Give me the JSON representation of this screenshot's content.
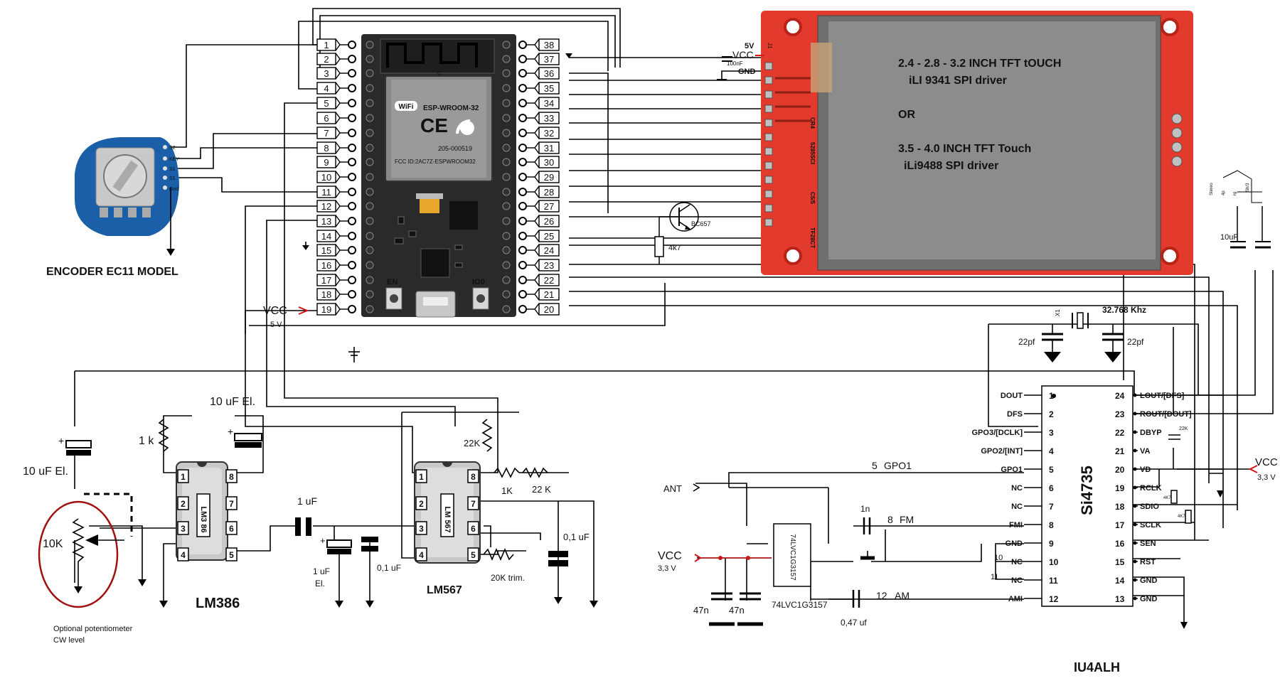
{
  "esp32": {
    "module_label": "ESP-WROOM-32",
    "cert_text": "205-000519",
    "fcc_text": "FCC ID:2AC7Z-ESPWROOM32",
    "wifi_badge": "WiFi",
    "ce_mark": "CE",
    "en_label": "EN",
    "io0_label": "IO0",
    "c_mark": "C",
    "left_pins": [
      "1",
      "2",
      "3",
      "4",
      "5",
      "6",
      "7",
      "8",
      "9",
      "10",
      "11",
      "12",
      "13",
      "14",
      "15",
      "16",
      "17",
      "18",
      "19"
    ],
    "right_pins": [
      "38",
      "37",
      "36",
      "35",
      "34",
      "33",
      "32",
      "31",
      "30",
      "29",
      "28",
      "27",
      "26",
      "25",
      "24",
      "23",
      "22",
      "21",
      "20"
    ]
  },
  "power": {
    "vcc": "VCC",
    "v5": "5 V",
    "v33": "3,3 V",
    "v5_tft": "5V",
    "gnd": "GND",
    "cap_100n": "100nF"
  },
  "encoder": {
    "title": "ENCODER   EC11  MODEL",
    "pins": [
      "S2",
      "KEY",
      "S1",
      "S1",
      "Gnd"
    ]
  },
  "tft": {
    "line1": "2.4  - 2.8 - 3.2  INCH  TFT tOUCH",
    "line2": "iLI 9341 SPI driver",
    "or": "OR",
    "line3": "3.5 - 4.0 INCH TFT Touch",
    "line4": "iLi9488 SPI  driver",
    "pcb_labels": [
      "CR4",
      "5285SCI",
      "C5/5",
      "TF28CT"
    ],
    "j_label": "J1",
    "jack_labels": [
      "Stereo",
      "4p",
      "rg",
      "Sh/3"
    ]
  },
  "transistor": {
    "name": "BC657",
    "res": "4k7"
  },
  "audio": {
    "lm386_title": "LM386",
    "lm386_chip": "LM3 86",
    "lm567_title": "LM567",
    "lm567_chip": "LM 567",
    "c10u_a": "10 uF El.",
    "c10u_b": "10 uF El.",
    "r1k": "1 k",
    "pot": "10K",
    "pot_note1": "Optional potentiometer",
    "pot_note2": "CW level",
    "c1u": "1 uF",
    "c1u_el1": "1 uF",
    "c1u_el2": "El.",
    "c01u_a": "0,1 uF",
    "c01u_b": "0,1 uF",
    "r22k_a": "22K",
    "r1k_b": "1K",
    "r22k_b": "22 K",
    "trim": "20K trim.",
    "lm386_pins_left": [
      "1",
      "2",
      "3",
      "4"
    ],
    "lm386_pins_right": [
      "8",
      "7",
      "6",
      "5"
    ],
    "lm567_pins_left": [
      "1",
      "2",
      "3",
      "4"
    ],
    "lm567_pins_right": [
      "8",
      "7",
      "6",
      "5"
    ]
  },
  "radio": {
    "chip": "Si4735",
    "crystal": "32.768 Khz",
    "xtal_label": "X1",
    "cap_22pf_a": "22pf",
    "cap_22pf_b": "22pf",
    "left_pins": [
      {
        "num": "1",
        "name": "DOUT"
      },
      {
        "num": "2",
        "name": "DFS"
      },
      {
        "num": "3",
        "name": "GPO3/[DCLK]"
      },
      {
        "num": "4",
        "name": "GPO2/[INT]"
      },
      {
        "num": "5",
        "name": "GPO1"
      },
      {
        "num": "6",
        "name": "NC"
      },
      {
        "num": "7",
        "name": "NC"
      },
      {
        "num": "8",
        "name": "FMI"
      },
      {
        "num": "9",
        "name": "GND"
      },
      {
        "num": "10",
        "name": "NC"
      },
      {
        "num": "11",
        "name": "NC"
      },
      {
        "num": "12",
        "name": "AMI"
      }
    ],
    "right_pins": [
      {
        "num": "24",
        "name": "LOUT/[DFS]"
      },
      {
        "num": "23",
        "name": "ROUT/[DOUT]"
      },
      {
        "num": "22",
        "name": "DBYP"
      },
      {
        "num": "21",
        "name": "VA"
      },
      {
        "num": "20",
        "name": "VD"
      },
      {
        "num": "19",
        "name": "RCLK"
      },
      {
        "num": "18",
        "name": "SDIO"
      },
      {
        "num": "17",
        "name": "SCLK"
      },
      {
        "num": "16",
        "name": "SEN"
      },
      {
        "num": "15",
        "name": "RST"
      },
      {
        "num": "14",
        "name": "GND"
      },
      {
        "num": "13",
        "name": "GND"
      }
    ],
    "ant": "ANT",
    "gpo1_num": "5",
    "gpo1_name": "GPO1",
    "fm_num": "8",
    "fm_name": "FM",
    "am_num": "12",
    "am_name": "AM",
    "nc10": "10",
    "nc11": "11",
    "cap_1n": "1n",
    "cap_047": "0,47 uf",
    "cap_47n_a": "47n",
    "cap_47n_b": "47n",
    "switch_chip": "74LVC1G3157",
    "switch_label": "74LVC1G3157",
    "cap_10uf": "10uF",
    "res_small": "22K",
    "res_small2": "4K7",
    "res_small3": "4K7"
  },
  "author": "IU4ALH",
  "colors": {
    "esp_board": "#2a2a2a",
    "tft_pcb": "#e23a2c",
    "tft_screen": "#8c8c8c",
    "encoder_pcb": "#1a5fa8",
    "vcc_red": "#d01515",
    "ant_blue": "#2a3f9a",
    "label_green": "#39c33a",
    "pot_circle": "#a01010"
  }
}
